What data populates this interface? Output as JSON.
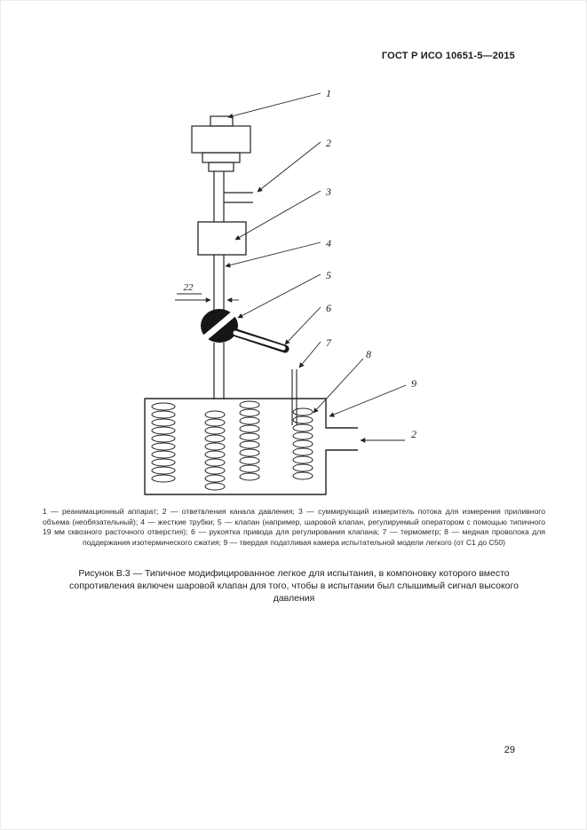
{
  "header": {
    "standard_ref": "ГОСТ Р ИСО 10651-5—2015"
  },
  "figure": {
    "dimension_label": "22",
    "callouts": [
      "1",
      "2",
      "3",
      "4",
      "5",
      "6",
      "7",
      "8",
      "9",
      "2"
    ],
    "legend": "1 — реанимационный аппарат; 2 — ответвления канала давления; 3 — суммирующий измеритель потока для измерения приливного объема (необязательный); 4 — жесткие трубки; 5 — клапан (например, шаровой клапан, регулируемый оператором с помощью типичного 19 мм сквозного расточного отверстия); 6 — рукоятка привода для регулирования клапана; 7 — термометр; 8 — медная проволока для поддержания изотермического сжатия; 9 — твердая податливая камера испытательной модели легкого (от С1 до С50)",
    "caption": "Рисунок В.3 — Типичное модифицированное легкое для испытания, в компоновку которого вместо сопротивления включен шаровой клапан для того, чтобы в испытании был слышимый сигнал высокого давления"
  },
  "footer": {
    "page_number": "29"
  }
}
